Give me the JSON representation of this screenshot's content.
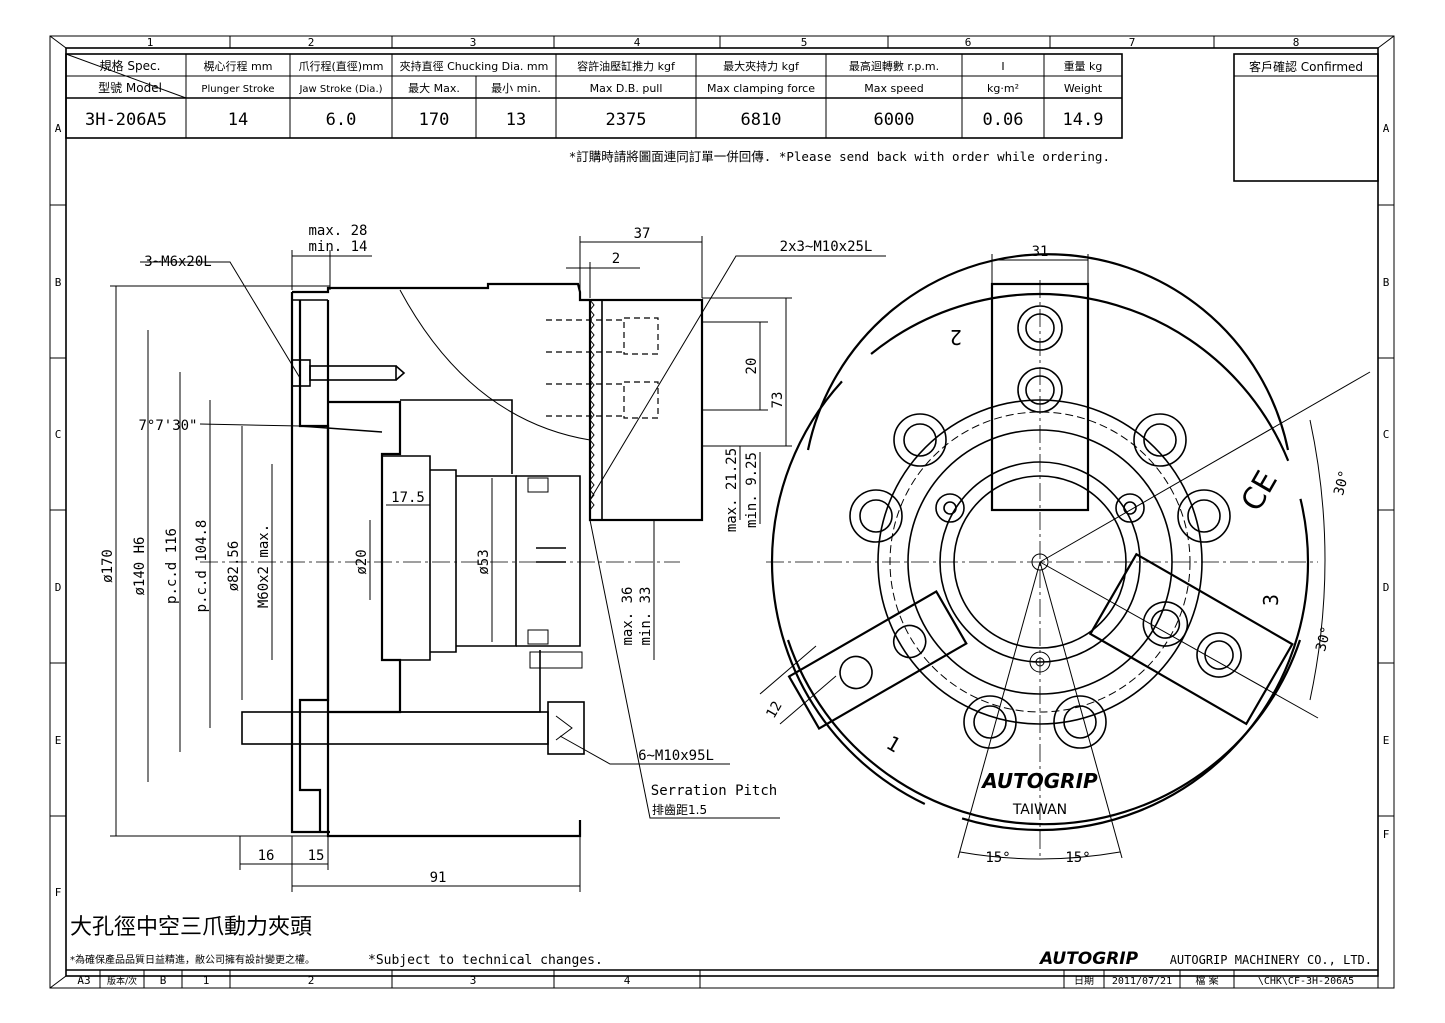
{
  "border": {
    "columns": [
      "1",
      "2",
      "3",
      "4",
      "5",
      "6",
      "7",
      "8"
    ],
    "rows": [
      "A",
      "B",
      "C",
      "D",
      "E",
      "F"
    ],
    "bottom_columns": [
      "1",
      "2",
      "3",
      "4"
    ]
  },
  "spec_table": {
    "headers_row1": {
      "spec": "規格  Spec.",
      "stroke": "榥心行程  mm",
      "jaw": "爪行程(直徑)mm",
      "chuck": "夾持直徑  Chucking Dia. mm",
      "pull": "容許油壓缸推力  kgf",
      "clamp": "最大夾持力  kgf",
      "speed": "最高迴轉數  r.p.m.",
      "inertia": "I",
      "weight": "重量  kg"
    },
    "headers_row2": {
      "model": "型號  Model",
      "stroke": "Plunger Stroke",
      "jaw": "Jaw Stroke (Dia.)",
      "max": "最大  Max.",
      "min": "最小  min.",
      "pull": "Max D.B. pull",
      "clamp": "Max clamping force",
      "speed": "Max speed",
      "inertia": "kg·m²",
      "weight": "Weight"
    },
    "values": {
      "model": "3H-206A5",
      "stroke": "14",
      "jaw": "6.0",
      "max": "170",
      "min": "13",
      "pull": "2375",
      "clamp": "6810",
      "speed": "6000",
      "inertia": "0.06",
      "weight": "14.9"
    },
    "note": "*訂購時請將圖面連同訂單一併回傳.   *Please send back with order while ordering."
  },
  "confirm_box": {
    "label": "客戶確認  Confirmed"
  },
  "dimensions": {
    "bolt_small": "3~M6x20L",
    "stroke_max": "max. 28",
    "stroke_min": "min. 14",
    "jaw_w": "37",
    "serr_2": "2",
    "jaw_bolts": "2x3~M10x25L",
    "d20v": "20",
    "d73": "73",
    "angle": "7°7'30\"",
    "d175": "17.5",
    "d2125": "max. 21.25",
    "d925": "min. 9.25",
    "d170": "ø170",
    "d140": "ø140 H6",
    "pcd116": "p.c.d 116",
    "pcd1048": "p.c.d 104.8",
    "d8256": "ø82.56",
    "m60": "M60x2 max.",
    "d20": "ø20",
    "d53": "ø53",
    "max36": "max. 36",
    "min33": "min. 33",
    "bolt_long": "6~M10x95L",
    "serration": "Serration Pitch",
    "serration_cn": "排齒距1.5",
    "d16": "16",
    "d15": "15",
    "d91": "91",
    "d31": "31",
    "a30a": "30°",
    "a30b": "30°",
    "d12": "12",
    "a15a": "15°",
    "a15b": "15°",
    "jaw1": "1",
    "jaw2": "2",
    "jaw3": "3",
    "ce": "CE",
    "taiwan": "TAIWAN",
    "brand": "AUTOGRIP"
  },
  "title_block": {
    "title_cn": "大孔徑中空三爪動力夾頭",
    "note_cn": "*為確保產品品質日益精進，敝公司擁有設計變更之權。",
    "note_en": "*Subject to technical changes.",
    "company": "AUTOGRIP MACHINERY CO., LTD.",
    "sheet": "A3",
    "ver_label": "版本/次",
    "ver": "B",
    "date_label": "日期",
    "date": "2011/07/21",
    "file_label": "檔  案",
    "file": "\\CHK\\CF-3H-206A5"
  }
}
